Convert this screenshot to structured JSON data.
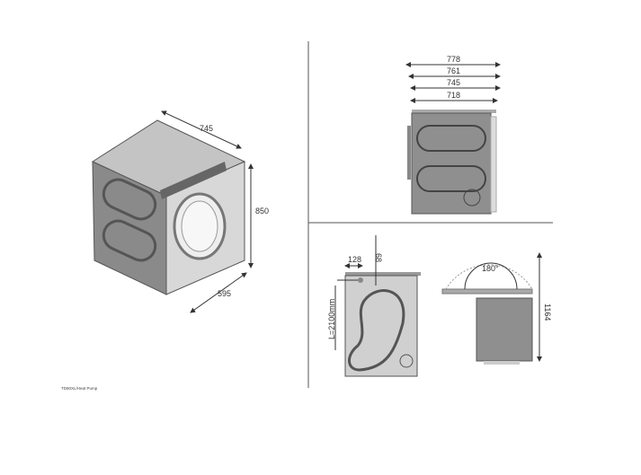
{
  "iso_view": {
    "width": "745",
    "height": "850",
    "depth": "595"
  },
  "side_view": {
    "dims": [
      "778",
      "761",
      "745",
      "718"
    ]
  },
  "rear_view": {
    "top_offset": "68",
    "connector_offset": "128",
    "hose_length": "L=2100mm"
  },
  "door_view": {
    "angle": "180°",
    "height": "1164"
  },
  "footer": {
    "model": "TD80XL/Heat Pump"
  },
  "colors": {
    "body": "#8f8f8f",
    "top": "#b5b5b5",
    "line": "#333333"
  }
}
